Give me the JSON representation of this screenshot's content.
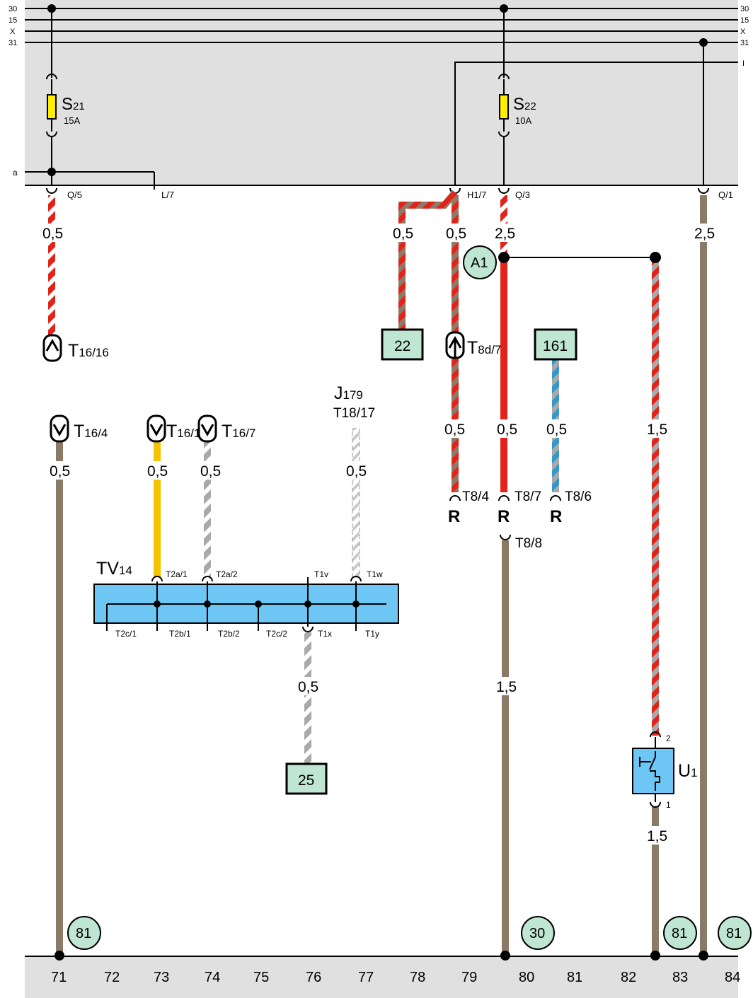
{
  "rails": {
    "left": [
      "30",
      "15",
      "X",
      "31"
    ],
    "right": [
      "30",
      "15",
      "X",
      "31",
      "I"
    ]
  },
  "fuses": {
    "s21": {
      "name": "S",
      "sub": "21",
      "rating": "15A"
    },
    "s22": {
      "name": "S",
      "sub": "22",
      "rating": "10A"
    }
  },
  "panel_labels": {
    "a": "a",
    "q5": "Q/5",
    "l7": "L/7",
    "h17": "H1/7",
    "q3": "Q/3",
    "q1": "Q/1"
  },
  "gauges": {
    "w71_top": "0,5",
    "w_22": "0,5",
    "w_h17": "0,5",
    "w_q3": "2,5",
    "w_q1": "2,5",
    "w71_lower": "0,5",
    "w73": "0,5",
    "w74": "0,5",
    "w77": "0,5",
    "w_t84": "0,5",
    "w_t87": "0,5",
    "w_t86": "0,5",
    "w_relay_top": "1,5",
    "w_tx": "0,5",
    "w_t88": "1,5",
    "w_relay_bottom": "1,5"
  },
  "connectors": {
    "t16_16": {
      "main": "T",
      "sub": "16/16"
    },
    "t8d_7": {
      "main": "T",
      "sub": "8d/7"
    },
    "t16_4": {
      "main": "T",
      "sub": "16/4"
    },
    "t16_15": {
      "main": "T",
      "sub": "16/15"
    },
    "t16_7": {
      "main": "T",
      "sub": "16/7"
    }
  },
  "j179": {
    "main": "J",
    "sub": "179",
    "pin": "T18/17"
  },
  "ref_boxes": {
    "box22": "22",
    "box161": "161",
    "box25": "25"
  },
  "ref_circles": {
    "a1": "A1",
    "c81a": "81",
    "c30": "30",
    "c81b": "81",
    "c81c": "81"
  },
  "r_pins": {
    "t84": {
      "pin": "T8/4",
      "letter": "R"
    },
    "t87": {
      "pin": "T8/7",
      "letter": "R"
    },
    "t86": {
      "pin": "T8/6",
      "letter": "R"
    },
    "t88": "T8/8"
  },
  "tv14": {
    "name": "TV",
    "sub": "14",
    "top_pins": [
      "T2a/1",
      "T2a/2",
      "T1v",
      "T1w"
    ],
    "bottom_pins": [
      "T2c/1",
      "T2b/1",
      "T2b/2",
      "T2c/2",
      "T1x",
      "T1y"
    ]
  },
  "relay": {
    "name": "U",
    "sub": "1",
    "pin_top": "2",
    "pin_bottom": "1"
  },
  "columns": [
    "71",
    "72",
    "73",
    "74",
    "75",
    "76",
    "77",
    "78",
    "79",
    "80",
    "81",
    "82",
    "83",
    "84"
  ],
  "colors": {
    "panel": "#e0e0e0",
    "red": "#e2231a",
    "white": "#ffffff",
    "brown": "#8b7a66",
    "grey": "#a9a9a9",
    "yellow": "#f5c400",
    "blue": "#3399cc",
    "component_blue": "#6ec6f5",
    "ref_green": "#bfe6d2",
    "fuse_yellow": "#ffed00"
  }
}
